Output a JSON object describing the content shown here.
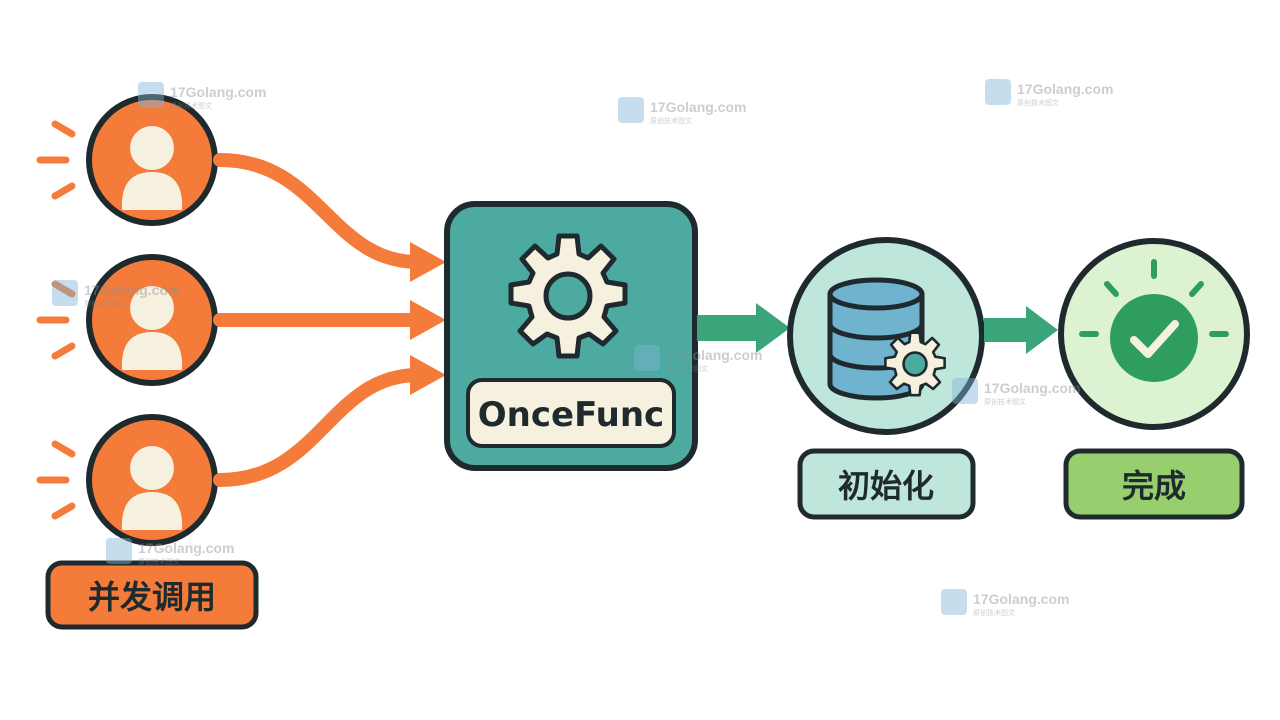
{
  "labels": {
    "caller_group": "并发调用",
    "once_box": "OnceFunc",
    "init": "初始化",
    "done": "完成"
  },
  "watermark": {
    "domain": "17Golang.com",
    "subtitle": "原创技术图文"
  },
  "colors": {
    "orange": "#F47B3A",
    "outline": "#1F2A2E",
    "teal": "#4DAAA0",
    "green_arrow": "#3BA57A",
    "light_teal": "#BFE6DA",
    "db_blue": "#6FB3CF",
    "light_green": "#DDF2D1",
    "check_green": "#2F9E5C",
    "done_green": "#97CE6E",
    "cream": "#F6F0DF"
  },
  "icons": [
    "user-icon",
    "gear-icon",
    "database-gear-icon",
    "check-circle-icon"
  ]
}
